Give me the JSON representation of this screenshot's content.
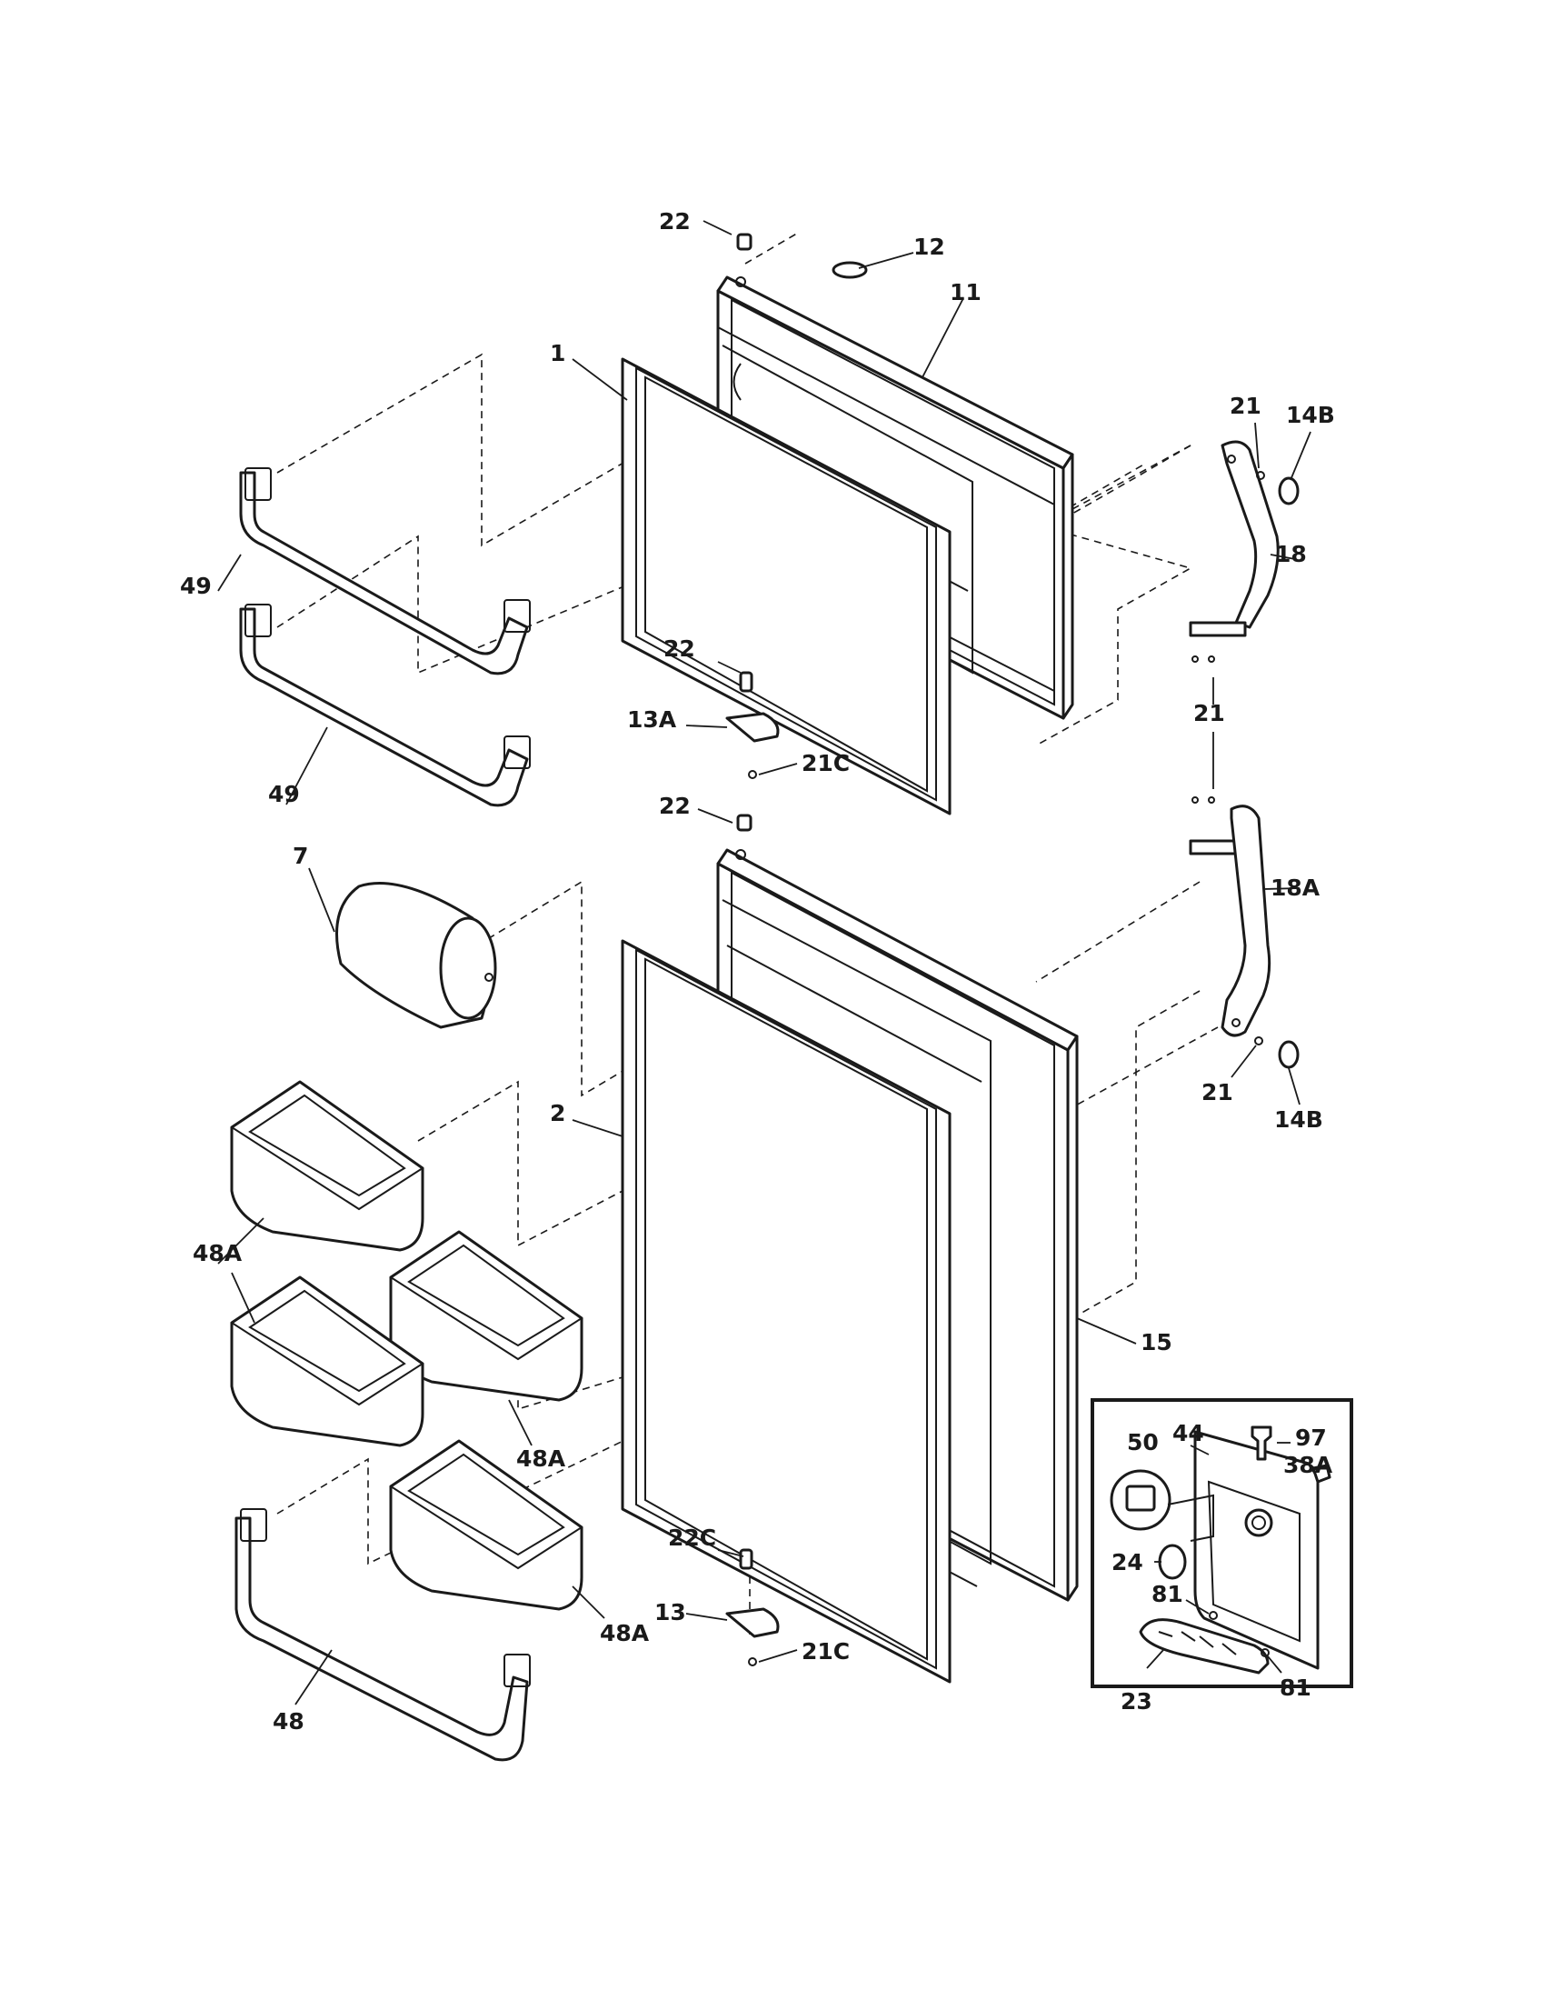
{
  "callouts": {
    "c1": "1",
    "c2": "2",
    "c7": "7",
    "c11": "11",
    "c12": "12",
    "c13": "13",
    "c13a": "13A",
    "c14b_top": "14B",
    "c14b_bottom": "14B",
    "c15": "15",
    "c18": "18",
    "c18a": "18A",
    "c21_top": "21",
    "c21_mid": "21",
    "c21_bottom": "21",
    "c21c_top": "21C",
    "c21c_bottom": "21C",
    "c22_top": "22",
    "c22_hinge": "22",
    "c22_mid": "22",
    "c22c": "22C",
    "c23": "23",
    "c24": "24",
    "c38a": "38A",
    "c44": "44",
    "c48": "48",
    "c48a_left": "48A",
    "c48a_mid": "48A",
    "c48a_low": "48A",
    "c49_top": "49",
    "c49_bottom": "49",
    "c50": "50",
    "c81_left": "81",
    "c81_right": "81",
    "c97": "97"
  },
  "icons": [
    "freezer-door",
    "fresh-food-door",
    "door-gasket",
    "door-shelf-bin",
    "dairy-door",
    "handle",
    "hinge",
    "screw",
    "plug-button",
    "dispenser-module"
  ],
  "colors": {
    "line": "#1a1a1a",
    "background": "#ffffff"
  }
}
